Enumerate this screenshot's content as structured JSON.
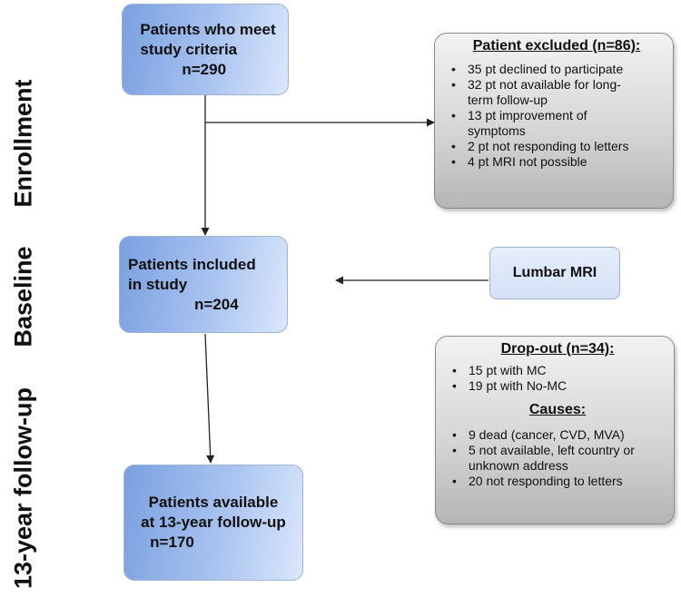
{
  "stages": {
    "enrollment": "Enrollment",
    "baseline": "Baseline",
    "followup": "13-year follow-up"
  },
  "boxes": {
    "criteria": {
      "line1": "Patients who meet",
      "line2": "study criteria",
      "line3": "n=290"
    },
    "included": {
      "line1": "Patients included",
      "line2": "in study",
      "line3": "n=204"
    },
    "available": {
      "line1": "Patients available",
      "line2": "at 13-year follow-up",
      "line3": "n=170"
    },
    "mri": {
      "label": "Lumbar MRI"
    }
  },
  "excluded": {
    "title": "Patient excluded (n=86):",
    "items": [
      [
        "35 pt declined to participate"
      ],
      [
        "32 pt not available for  long-",
        "term follow-up"
      ],
      [
        "13 pt improvement of",
        "symptoms"
      ],
      [
        "2 pt not responding to letters"
      ],
      [
        "4 pt MRI not possible"
      ]
    ]
  },
  "dropout": {
    "title": "Drop-out (n=34):",
    "items": [
      [
        "15 pt with MC"
      ],
      [
        "19 pt with No-MC"
      ]
    ],
    "causes_title": "Causes:",
    "causes": [
      [
        "9 dead (cancer, CVD, MVA)"
      ],
      [
        "5 not available, left country or",
        "unknown address"
      ],
      [
        "20 not responding to letters"
      ]
    ]
  },
  "colors": {
    "box_blue_dark": "#7aa0e0",
    "box_blue_light": "#dbe7fb",
    "box_grey": "#cfcfcf",
    "line": "#222222"
  }
}
